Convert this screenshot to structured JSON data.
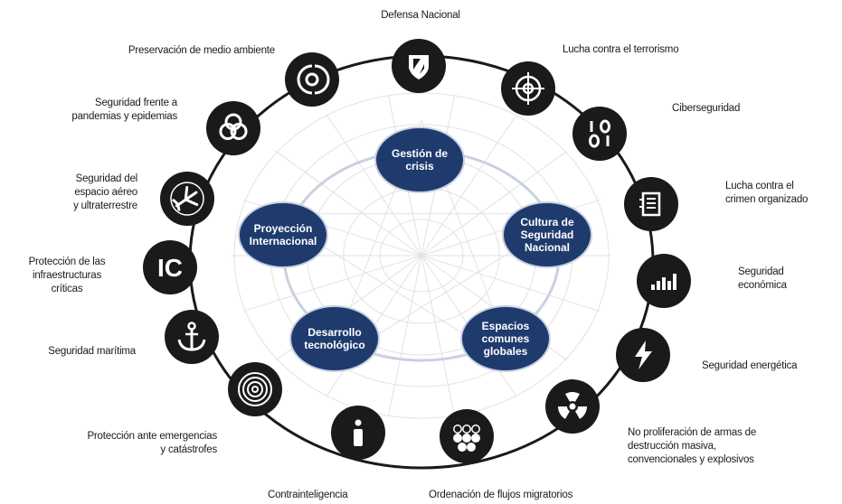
{
  "center": {
    "nodes": [
      "Gestión de\ncrisis",
      "Cultura de\nSeguridad\nNacional",
      "Espacios\ncomunes\nglobales",
      "Desarrollo\ntecnológico",
      "Proyección\nInternacional"
    ]
  },
  "ring": {
    "items": [
      {
        "label": "Defensa Nacional",
        "icon": "shield-icon"
      },
      {
        "label": "Lucha contra el terrorismo",
        "icon": "crosshair-icon"
      },
      {
        "label": "Ciberseguridad",
        "icon": "binary-icon"
      },
      {
        "label": "Lucha contra el\ncrimen organizado",
        "icon": "document-icon"
      },
      {
        "label": "Seguridad\neconómica",
        "icon": "bar-chart-icon"
      },
      {
        "label": "Seguridad energética",
        "icon": "lightning-icon"
      },
      {
        "label": "No proliferación de armas de\ndestrucción masiva,\nconvencionales y explosivos",
        "icon": "radiation-icon"
      },
      {
        "label": "Ordenación de flujos migratorios",
        "icon": "people-dots-icon"
      },
      {
        "label": "Contrainteligencia",
        "icon": "info-icon"
      },
      {
        "label": "Protección ante emergencias\ny catástrofes",
        "icon": "concentric-circles-icon"
      },
      {
        "label": "Seguridad marítima",
        "icon": "anchor-icon"
      },
      {
        "label": "Protección de las\ninfraestructuras\ncríticas",
        "icon": "ic-icon",
        "icon_text": "IC"
      },
      {
        "label": "Seguridad del\nespacio aéreo\ny ultraterrestre",
        "icon": "airplane-icon"
      },
      {
        "label": "Seguridad frente a\npandemias y epidemias",
        "icon": "biohazard-icon"
      },
      {
        "label": "Preservación de medio ambiente",
        "icon": "environment-icon"
      }
    ]
  },
  "colors": {
    "icon_bg": "#1a1a1a",
    "node_bg": "#1f3b6e",
    "ring": "#1a1a1a",
    "inner_ring": "#c9d1e0",
    "pattern": "#e2e2e2"
  }
}
